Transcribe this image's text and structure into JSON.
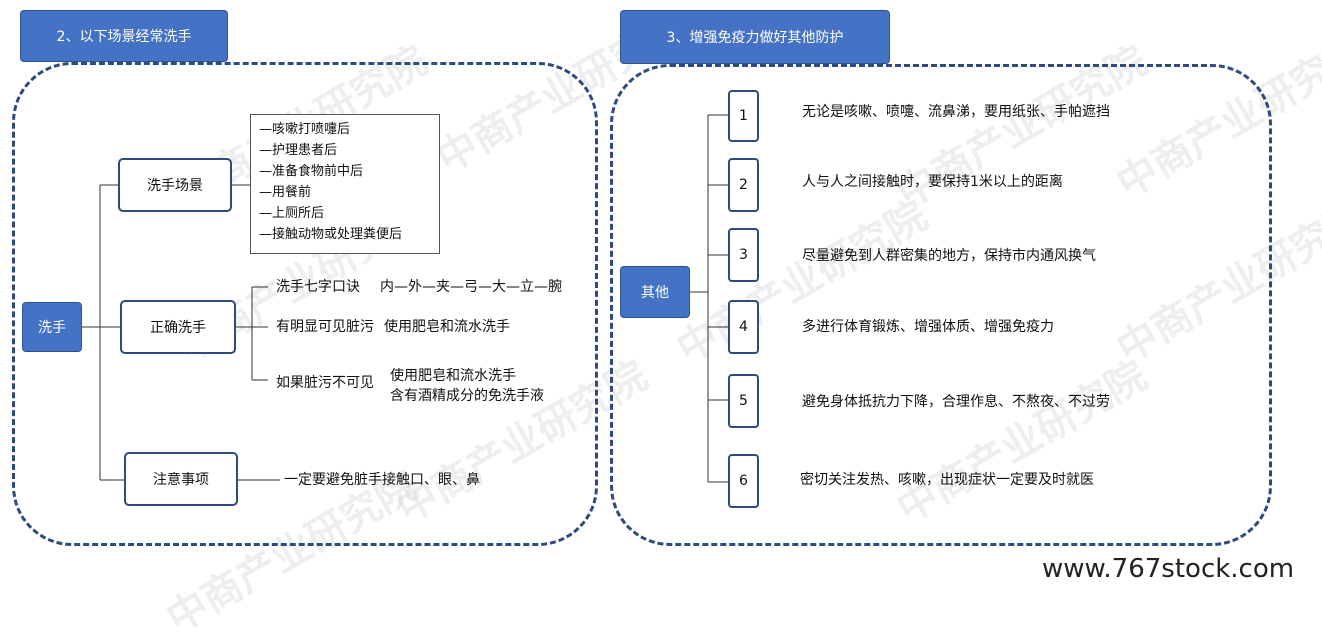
{
  "left": {
    "header": "2、以下场景经常洗手",
    "root": "洗手",
    "branches": [
      "洗手场景",
      "正确洗手",
      "注意事项"
    ],
    "scenes": [
      "—咳嗽打喷嚏后",
      "—护理患者后",
      "—准备食物前中后",
      "—用餐前",
      "—上厕所后",
      "—接触动物或处理粪便后"
    ],
    "correct": {
      "items": [
        {
          "label": "洗手七字口诀",
          "detail": "内—外—夹—弓—大—立—腕"
        },
        {
          "label": "有明显可见脏污",
          "detail": "使用肥皂和流水洗手"
        },
        {
          "label": "如果脏污不可见",
          "detail": "使用肥皂和流水洗手",
          "detail2": "含有酒精成分的免洗手液"
        }
      ]
    },
    "notice": "一定要避免脏手接触口、眼、鼻"
  },
  "right": {
    "header": "3、增强免疫力做好其他防护",
    "root": "其他",
    "items": [
      {
        "num": "1",
        "text": "无论是咳嗽、喷嚏、流鼻涕，要用纸张、手帕遮挡"
      },
      {
        "num": "2",
        "text": "人与人之间接触时，要保持1米以上的距离"
      },
      {
        "num": "3",
        "text": "尽量避免到人群密集的地方，保持市内通风换气"
      },
      {
        "num": "4",
        "text": "多进行体育锻炼、增强体质、增强免疫力"
      },
      {
        "num": "5",
        "text": "避免身体抵抗力下降，合理作息、不熬夜、不过劳"
      },
      {
        "num": "6",
        "text": "密切关注发热、咳嗽，出现症状一定要及时就医"
      }
    ]
  },
  "watermark": "中商产业研究院",
  "footer": "www.767stock.com"
}
